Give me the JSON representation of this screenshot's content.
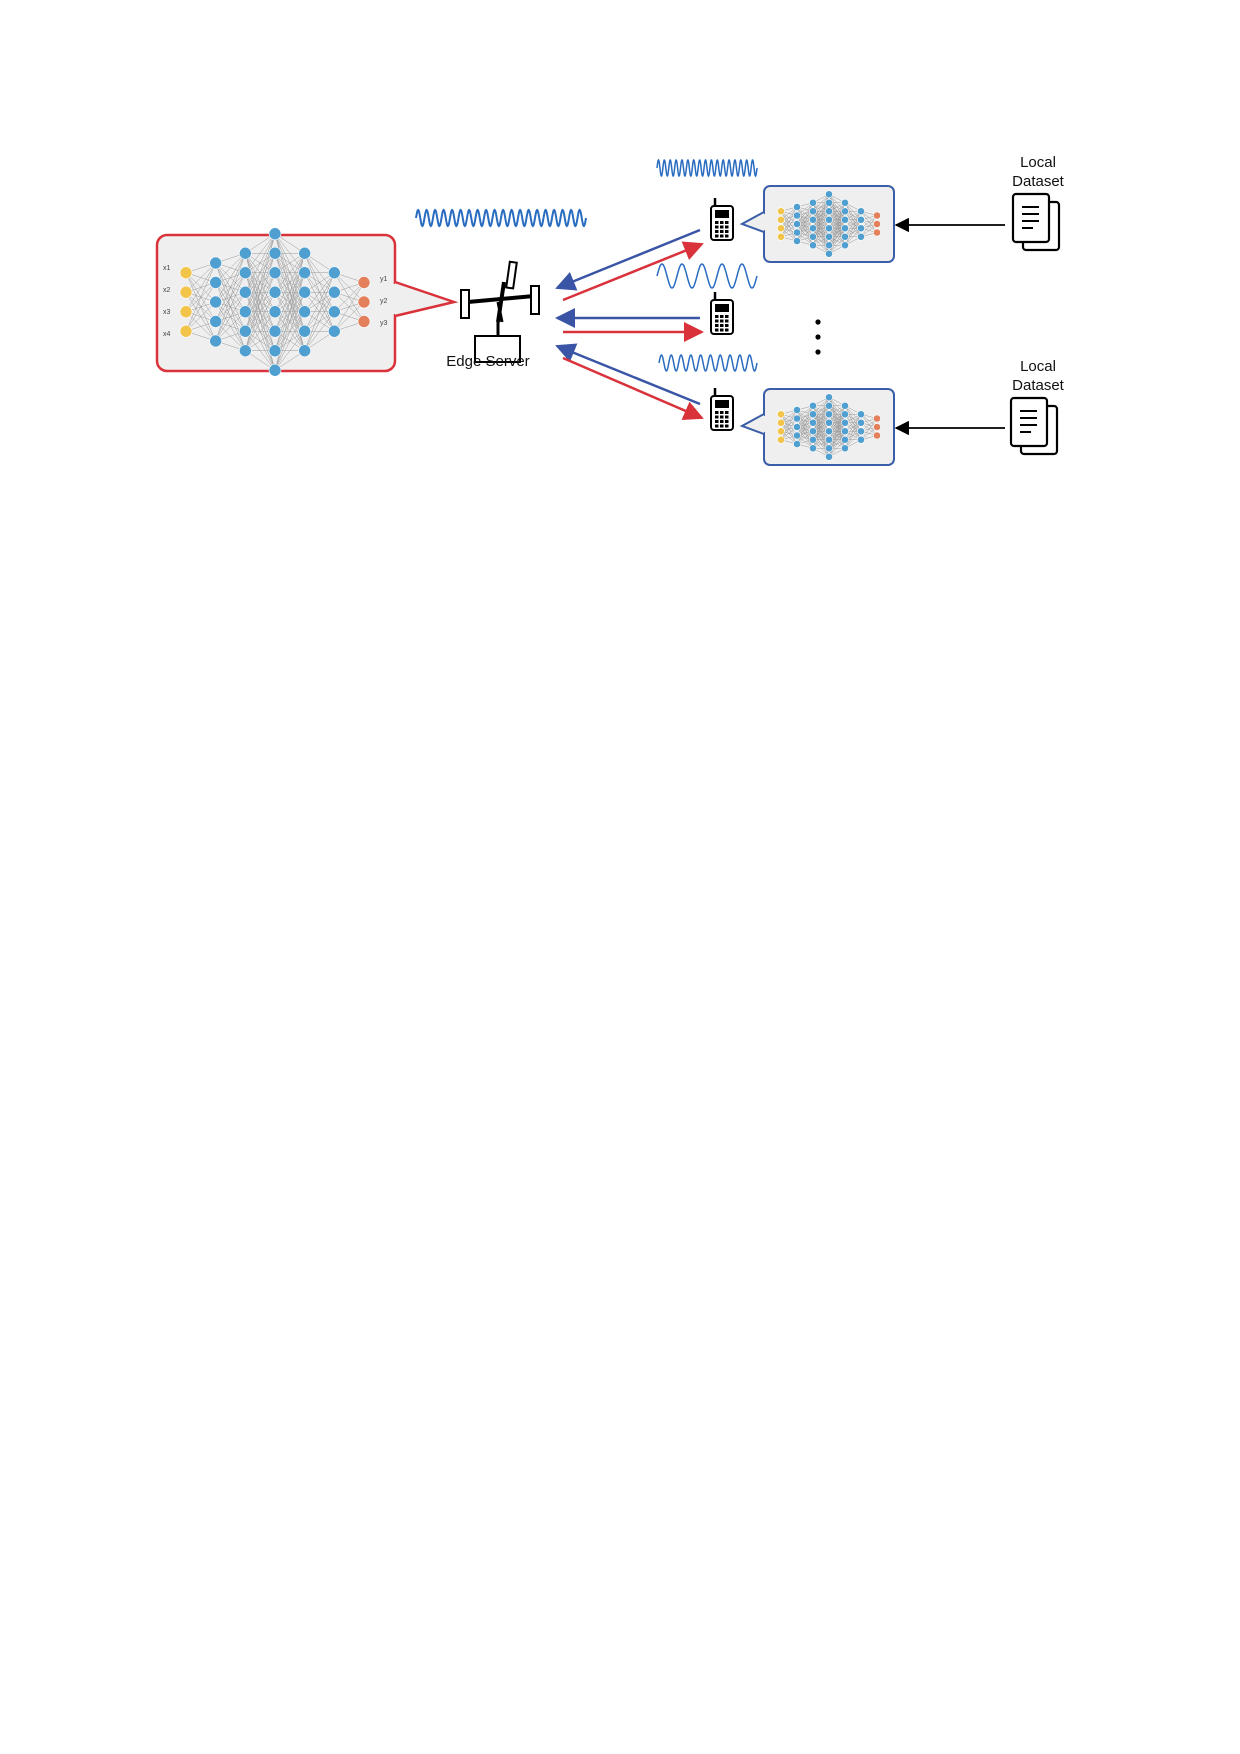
{
  "server": {
    "label": "Edge Server"
  },
  "local_dataset": {
    "top_label_line1": "Local",
    "top_label_line2": "Dataset",
    "bottom_label_line1": "Local",
    "bottom_label_line2": "Dataset"
  },
  "global_model": {
    "input_labels": [
      "x1",
      "x2",
      "x3",
      "x4"
    ],
    "output_labels": [
      "y1",
      "y2",
      "y3"
    ],
    "layer_sizes": [
      4,
      5,
      6,
      8,
      6,
      4,
      3
    ],
    "colors": {
      "input": "#f2c44a",
      "hidden": "#4f9fd0",
      "output": "#e47f5c",
      "frame": "#d9323a",
      "panel": "#efefef"
    }
  },
  "local_model": {
    "layer_sizes": [
      4,
      5,
      6,
      8,
      6,
      4,
      3
    ],
    "colors": {
      "frame": "#3a5ea8",
      "panel": "#efefef"
    }
  },
  "arrows": {
    "uplink_color": "#3a55a6",
    "downlink_color": "#d9323a",
    "data_color": "#000000"
  },
  "signal_color": "#2a6cc0"
}
